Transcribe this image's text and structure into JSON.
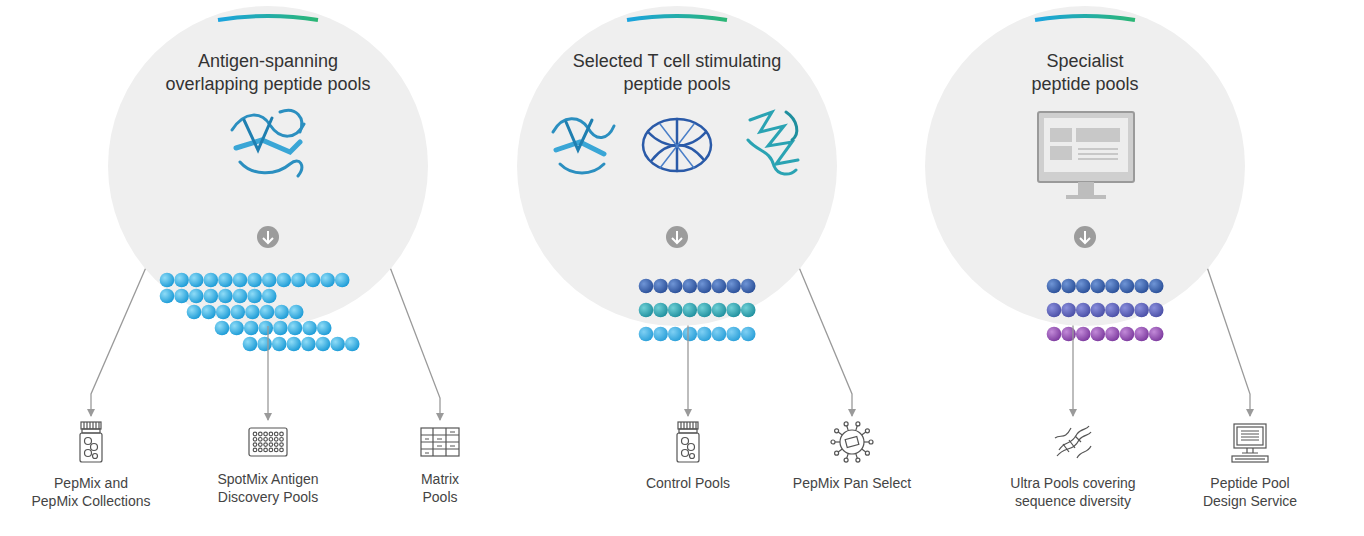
{
  "diagram": {
    "nodes": [
      {
        "text": [
          "Antigen-spanning overlapping peptide pools"
        ]
      },
      {
        "text": [
          "Selected T cell stimulating peptide pools"
        ]
      },
      {
        "text": [
          "Specialist peptide pools"
        ]
      },
      {
        "text": [
          "PepMix and PepMix Collections"
        ]
      },
      {
        "text": [
          "SpotMix Antigen Discovery Pools"
        ]
      },
      {
        "text": [
          "Matrix Pools"
        ]
      },
      {
        "text": [
          "Control Pools"
        ]
      },
      {
        "text": [
          "PepMix Pan Select"
        ]
      },
      {
        "text": [
          "Ultra Pools covering sequence diversity"
        ]
      },
      {
        "text": [
          "Peptide Pool Design Service"
        ]
      }
    ],
    "edges": [
      {
        "from": 0,
        "to": 3,
        "arrow": "to"
      },
      {
        "from": 0,
        "to": 4,
        "arrow": "to"
      },
      {
        "from": 0,
        "to": 5,
        "arrow": "to"
      },
      {
        "from": 1,
        "to": 6,
        "arrow": "to"
      },
      {
        "from": 1,
        "to": 7,
        "arrow": "to"
      },
      {
        "from": 2,
        "to": 8,
        "arrow": "to"
      },
      {
        "from": 2,
        "to": 9,
        "arrow": "to"
      }
    ]
  }
}
